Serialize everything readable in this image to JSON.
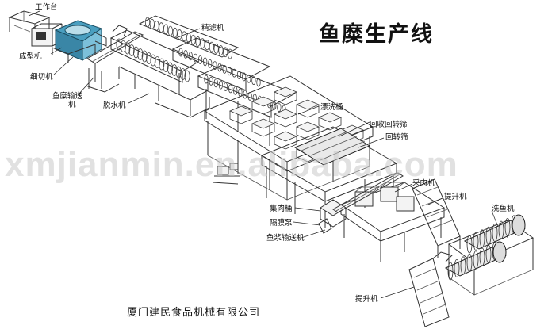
{
  "title": "鱼糜生产线",
  "company": "厦门建民食品机械有限公司",
  "watermark": "xmjianmin.en.alibaba.com",
  "labels": {
    "workbench": "工作台",
    "forming_machine": "成型机",
    "fine_cutter": "细切机",
    "surimi_conveyor_line1": "鱼糜输送",
    "surimi_conveyor_line2": "机",
    "dehydrator": "脱水机",
    "fine_filter": "精滤机",
    "rinse_tank": "漂洗桶",
    "recovery_rotary_screen": "回收回转筛",
    "rotary_screen": "回转筛",
    "meat_collecting_machine": "采肉机",
    "elevator_upper": "提升机",
    "fish_washer": "洗鱼机",
    "meat_collecting_tank": "集肉桶",
    "diaphragm_pump": "隔膜泵",
    "fish_slurry_conveyor": "鱼浆输送机",
    "elevator_lower": "提升机"
  },
  "colors": {
    "ink": "#111111",
    "line": "#333333",
    "accent_machine": "#4a9fc0",
    "watermark": "#c8c8c8"
  }
}
